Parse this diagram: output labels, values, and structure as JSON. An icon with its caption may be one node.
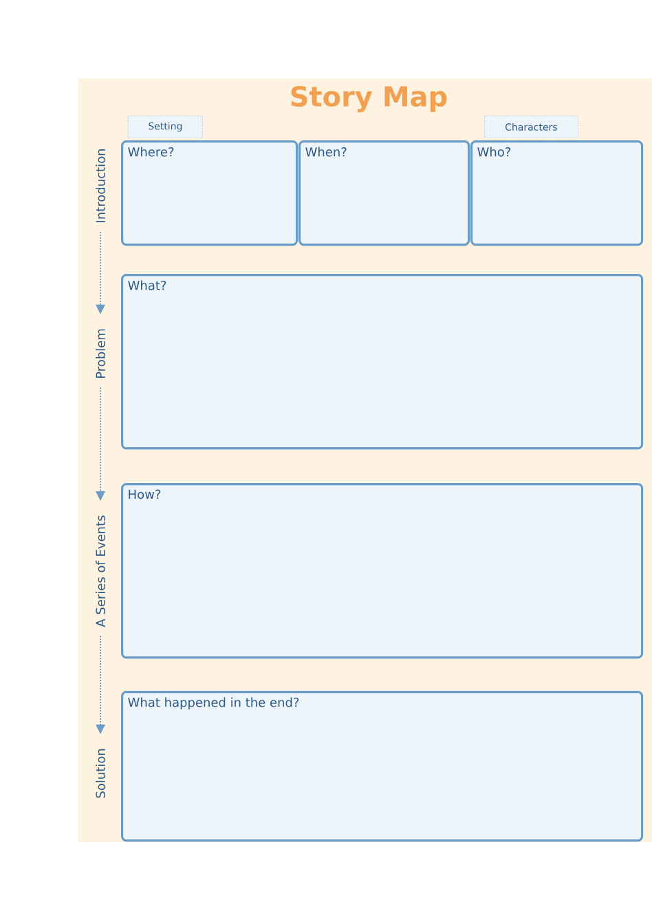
{
  "diagram": {
    "title": "Story Map",
    "nodes": [
      {
        "text": [
          "Introduction"
        ]
      },
      {
        "text": [
          "Setting"
        ]
      },
      {
        "text": [
          "Characters"
        ]
      },
      {
        "text": [
          "Where?"
        ]
      },
      {
        "text": [
          "When?"
        ]
      },
      {
        "text": [
          "Who?"
        ]
      },
      {
        "text": [
          "Problem"
        ]
      },
      {
        "text": [
          "What?"
        ]
      },
      {
        "text": [
          "A Series of Events"
        ]
      },
      {
        "text": [
          "How?"
        ]
      },
      {
        "text": [
          "Solution"
        ]
      },
      {
        "text": [
          "What happened in the end?"
        ]
      }
    ],
    "edges": [
      {
        "from": 0,
        "to": 6,
        "arrow": "to",
        "style": "dashed"
      },
      {
        "from": 6,
        "to": 8,
        "arrow": "to",
        "style": "dashed"
      },
      {
        "from": 8,
        "to": 10,
        "arrow": "to",
        "style": "dashed"
      }
    ]
  }
}
